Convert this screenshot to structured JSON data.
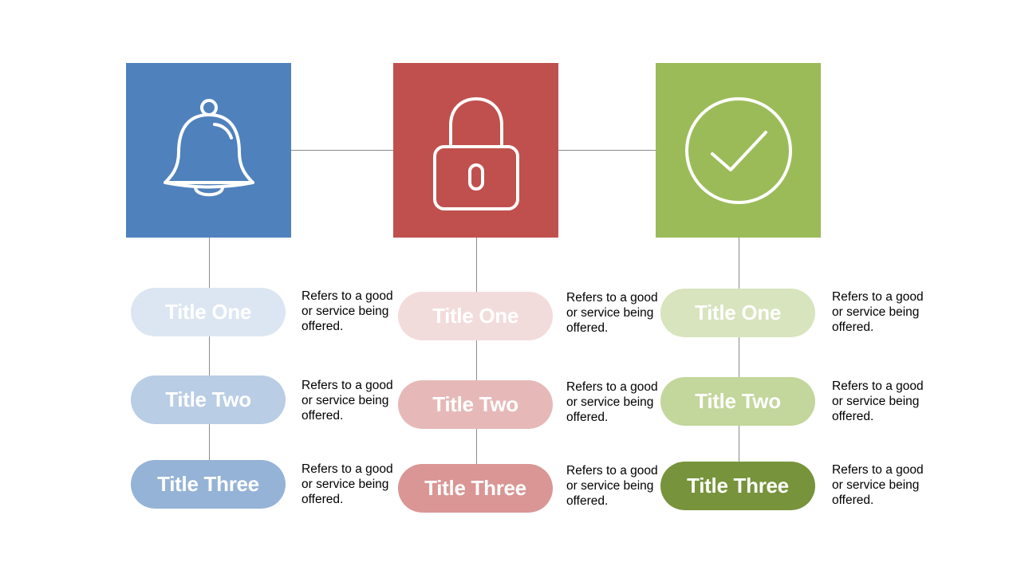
{
  "columns": [
    {
      "id": "blue",
      "icon": "bell-icon",
      "tile_color": "#4f81bd",
      "items": [
        {
          "title": "Title One",
          "desc": "Refers to a good or service being offered.",
          "color": "#dce6f2"
        },
        {
          "title": "Title Two",
          "desc": "Refers to a good or service being offered.",
          "color": "#b9cde5"
        },
        {
          "title": "Title Three",
          "desc": "Refers to a good or service being offered.",
          "color": "#95b3d7"
        }
      ]
    },
    {
      "id": "red",
      "icon": "lock-icon",
      "tile_color": "#c0504d",
      "items": [
        {
          "title": "Title One",
          "desc": "Refers to a good or service being offered.",
          "color": "#f2dcdb"
        },
        {
          "title": "Title Two",
          "desc": "Refers to a good or service being offered.",
          "color": "#e6b9b8"
        },
        {
          "title": "Title Three",
          "desc": "Refers to a good or service being offered.",
          "color": "#d99694"
        }
      ]
    },
    {
      "id": "green",
      "icon": "checkmark-circle-icon",
      "tile_color": "#9bbb59",
      "items": [
        {
          "title": "Title One",
          "desc": "Refers to a good or service being offered.",
          "color": "#d7e4bd"
        },
        {
          "title": "Title Two",
          "desc": "Refers to a good or service being offered.",
          "color": "#c3d69b"
        },
        {
          "title": "Title Three",
          "desc": "Refers to a good or service being offered.",
          "color": "#77933c"
        }
      ]
    }
  ]
}
